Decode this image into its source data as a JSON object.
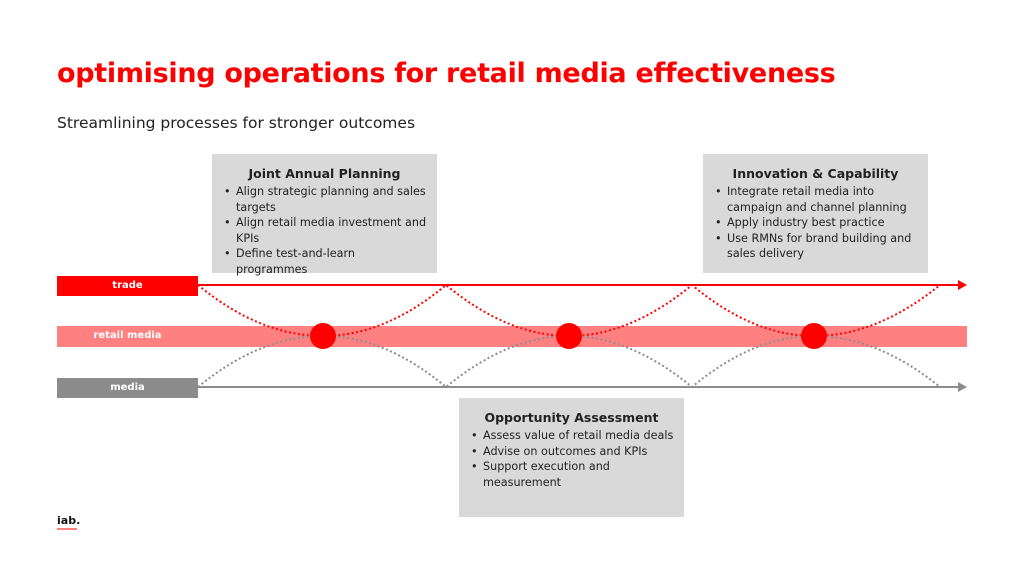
{
  "title": "optimising operations for retail media effectiveness",
  "subtitle": "Streamlining processes for stronger outcomes",
  "lanes": {
    "trade": "trade",
    "retail_media": "retail media",
    "media": "media"
  },
  "colors": {
    "trade": "#ff0000",
    "retail_media": "#ff8080",
    "media": "#8c8c8c",
    "box": "#d9d9d9"
  },
  "boxes": [
    {
      "heading": "Joint Annual Planning",
      "items": [
        "Align strategic planning and sales targets",
        "Align retail media investment and KPIs",
        "Define test-and-learn programmes"
      ]
    },
    {
      "heading": "Opportunity Assessment",
      "items": [
        "Assess value of retail media deals",
        "Advise on outcomes and KPIs",
        "Support execution and measurement"
      ]
    },
    {
      "heading": "Innovation & Capability",
      "items": [
        "Integrate retail media into campaign and channel planning",
        "Apply industry best practice",
        "Use RMNs for brand building and sales delivery"
      ]
    }
  ],
  "logo": "iab."
}
